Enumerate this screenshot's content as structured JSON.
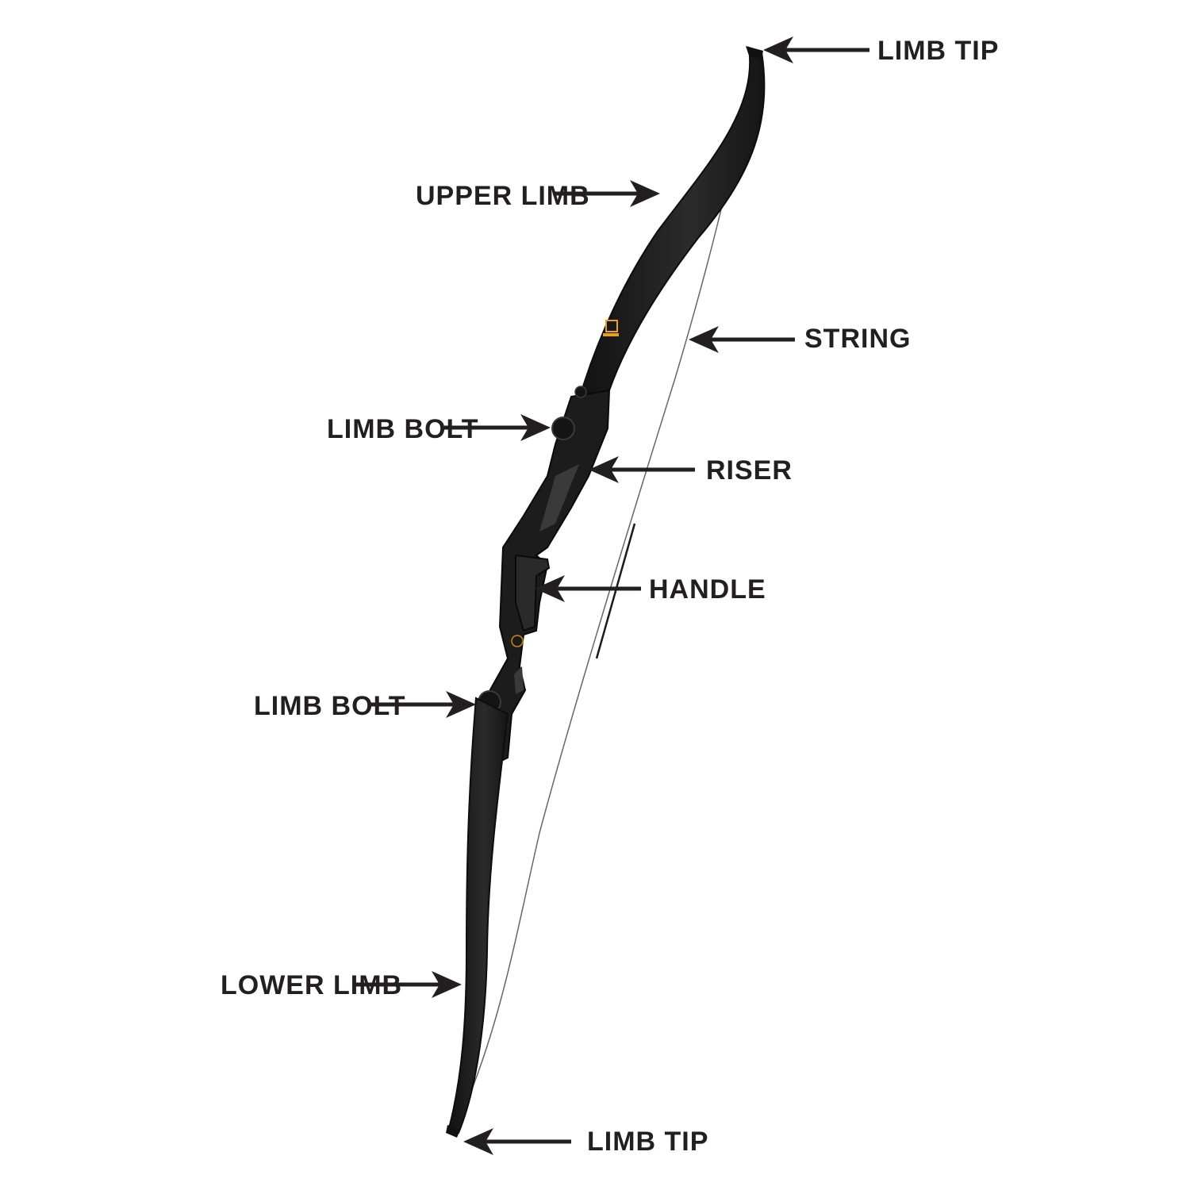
{
  "labels": {
    "limb_tip_top": "LIMB TIP",
    "upper_limb": "UPPER LIMB",
    "string": "STRING",
    "limb_bolt_upper": "LIMB BOLT",
    "riser": "RISER",
    "handle": "HANDLE",
    "limb_bolt_lower": "LIMB BOLT",
    "lower_limb": "LOWER LIMB",
    "limb_tip_bottom": "LIMB TIP"
  },
  "colors": {
    "ink": "#231f20",
    "bow_body": "#1e1e1e",
    "bow_highlight": "#3a3a3a",
    "string": "#555555",
    "logo_accent": "#e8a020"
  }
}
